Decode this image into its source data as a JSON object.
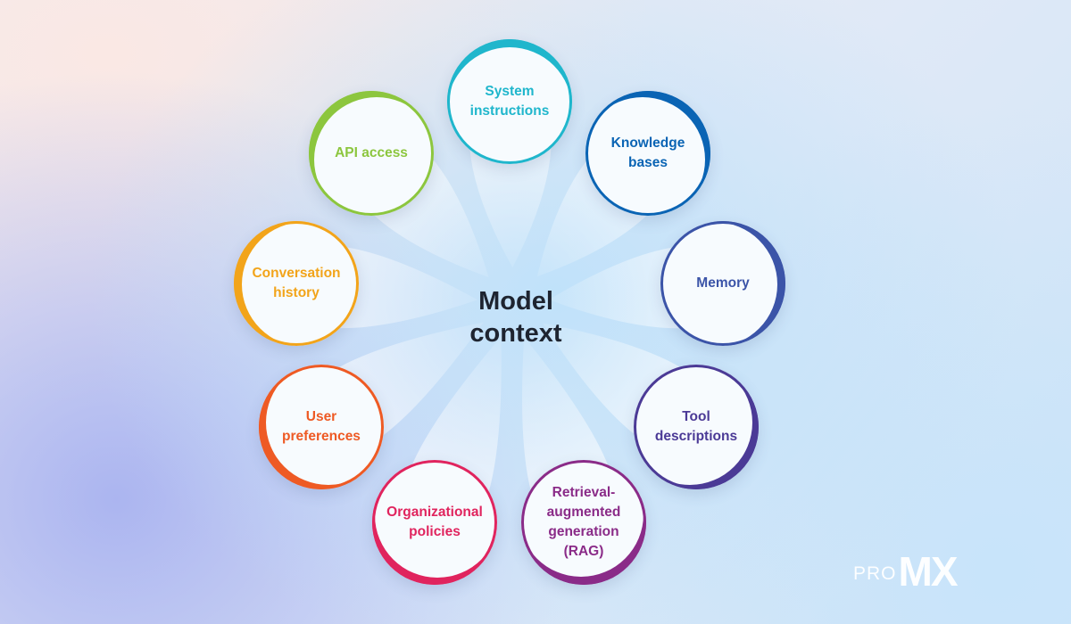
{
  "diagram": {
    "center": {
      "line1": "Model",
      "line2": "context"
    },
    "nodes": [
      {
        "id": "system-instructions",
        "line1": "System",
        "line2": "instructions",
        "color": "#1fb6cc"
      },
      {
        "id": "knowledge-bases",
        "line1": "Knowledge",
        "line2": "bases",
        "color": "#0a64b4"
      },
      {
        "id": "memory",
        "line1": "Memory",
        "color": "#3b54a8"
      },
      {
        "id": "tool-descriptions",
        "line1": "Tool",
        "line2": "descriptions",
        "color": "#4b3a96"
      },
      {
        "id": "rag",
        "line1": "Retrieval-",
        "line2": "augmented",
        "line3": "generation",
        "line4": "(RAG)",
        "color": "#8a2b88"
      },
      {
        "id": "organizational-policies",
        "line1": "Organizational",
        "line2": "policies",
        "color": "#e0245e"
      },
      {
        "id": "user-preferences",
        "line1": "User",
        "line2": "preferences",
        "color": "#ee5a24"
      },
      {
        "id": "conversation-history",
        "line1": "Conversation",
        "line2": "history",
        "color": "#f2a41a"
      },
      {
        "id": "api-access",
        "line1": "API access",
        "color": "#8cc63e"
      }
    ]
  },
  "logo": {
    "pro": "pro",
    "mx": "MX"
  }
}
